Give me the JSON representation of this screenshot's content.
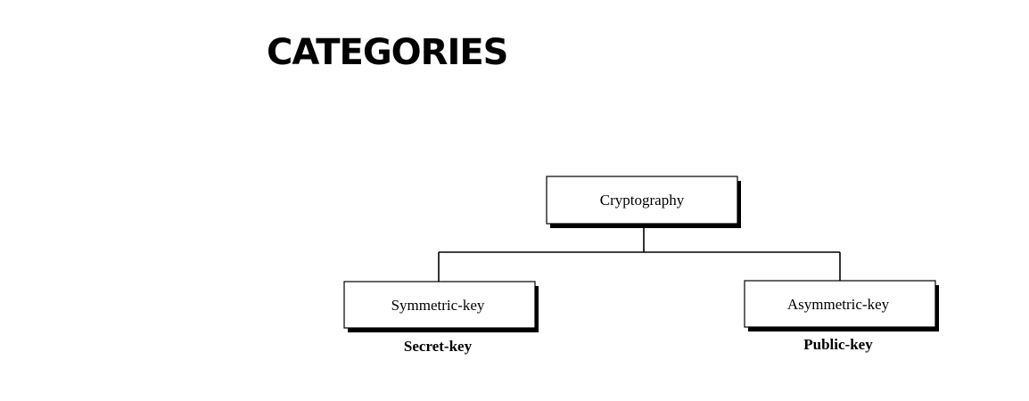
{
  "title": "CATEGORIES",
  "diagram": {
    "root": {
      "label": "Cryptography"
    },
    "children": [
      {
        "label": "Symmetric-key",
        "alias": "Secret-key"
      },
      {
        "label": "Asymmetric-key",
        "alias": "Public-key"
      }
    ]
  }
}
